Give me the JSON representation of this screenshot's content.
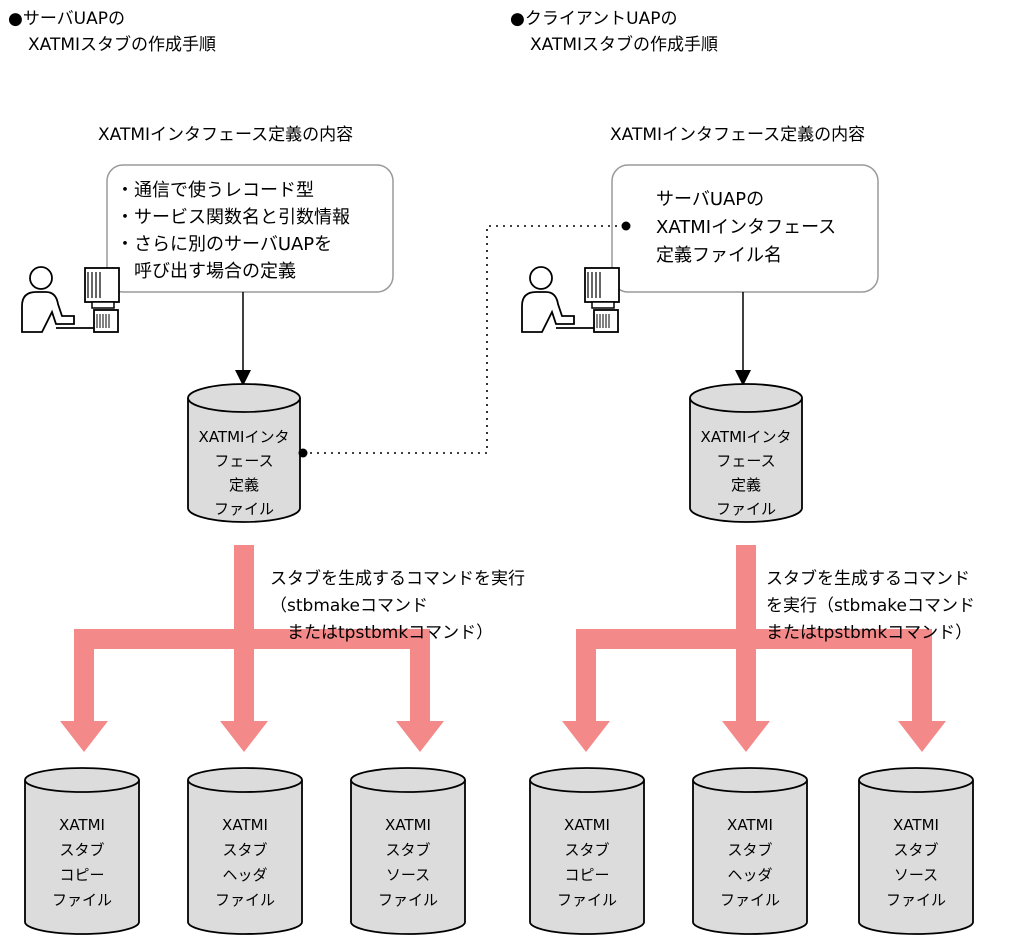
{
  "colors": {
    "flow_arrow": "#f4898a",
    "cylinder_fill": "#dcdcdc",
    "box_border": "#9a9a9a",
    "line": "#000000"
  },
  "left": {
    "heading": [
      "●サーバUAPの",
      "XATMIスタブの作成手順"
    ],
    "definition_title": "XATMIインタフェース定義の内容",
    "definition_items": [
      "・通信で使うレコード型",
      "・サービス関数名と引数情報",
      "・さらに別のサーバUAPを",
      "　呼び出す場合の定義"
    ],
    "definition_file": [
      "XATMIインタ",
      "フェース",
      "定義",
      "ファイル"
    ],
    "command_note": [
      "スタブを生成するコマンドを実行",
      "（stbmakeコマンド",
      "　またはtpstbmkコマンド）"
    ],
    "outputs": [
      [
        "XATMI",
        "スタブ",
        "コピー",
        "ファイル"
      ],
      [
        "XATMI",
        "スタブ",
        "ヘッダ",
        "ファイル"
      ],
      [
        "XATMI",
        "スタブ",
        "ソース",
        "ファイル"
      ]
    ]
  },
  "right": {
    "heading": [
      "●クライアントUAPの",
      "XATMIスタブの作成手順"
    ],
    "definition_title": "XATMIインタフェース定義の内容",
    "definition_items": [
      "サーバUAPの",
      "XATMIインタフェース",
      "定義ファイル名"
    ],
    "definition_file": [
      "XATMIインタ",
      "フェース",
      "定義",
      "ファイル"
    ],
    "command_note": [
      "スタブを生成するコマンド",
      "を実行（stbmakeコマンド",
      "またはtpstbmkコマンド）"
    ],
    "outputs": [
      [
        "XATMI",
        "スタブ",
        "コピー",
        "ファイル"
      ],
      [
        "XATMI",
        "スタブ",
        "ヘッダ",
        "ファイル"
      ],
      [
        "XATMI",
        "スタブ",
        "ソース",
        "ファイル"
      ]
    ]
  }
}
